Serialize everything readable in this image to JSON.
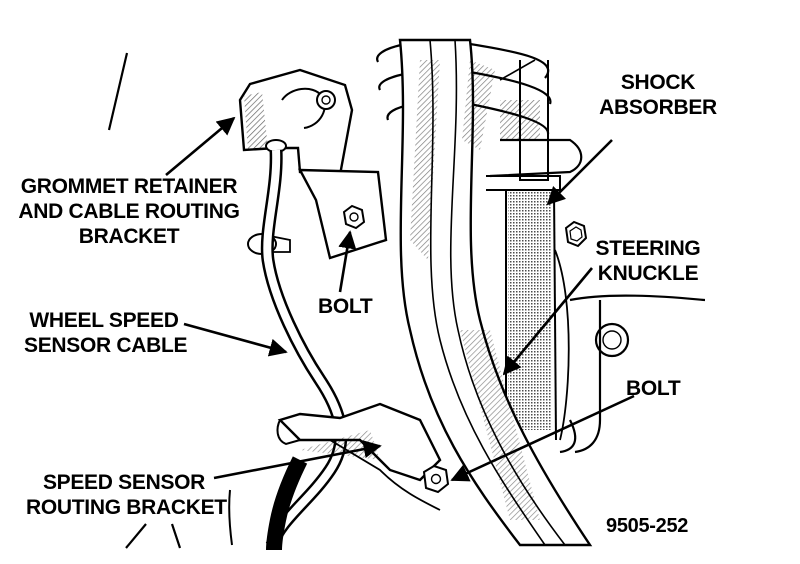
{
  "labels": {
    "shock_absorber": [
      "SHOCK",
      "ABSORBER"
    ],
    "grommet_retainer": [
      "GROMMET RETAINER",
      "AND CABLE ROUTING",
      "BRACKET"
    ],
    "steering_knuckle": [
      "STEERING",
      "KNUCKLE"
    ],
    "bolt_upper": "BOLT",
    "wheel_speed_sensor_cable": [
      "WHEEL SPEED",
      "SENSOR CABLE"
    ],
    "bolt_lower": "BOLT",
    "speed_sensor_routing_bracket": [
      "SPEED SENSOR",
      "ROUTING BRACKET"
    ],
    "figure_number": "9505-252"
  }
}
